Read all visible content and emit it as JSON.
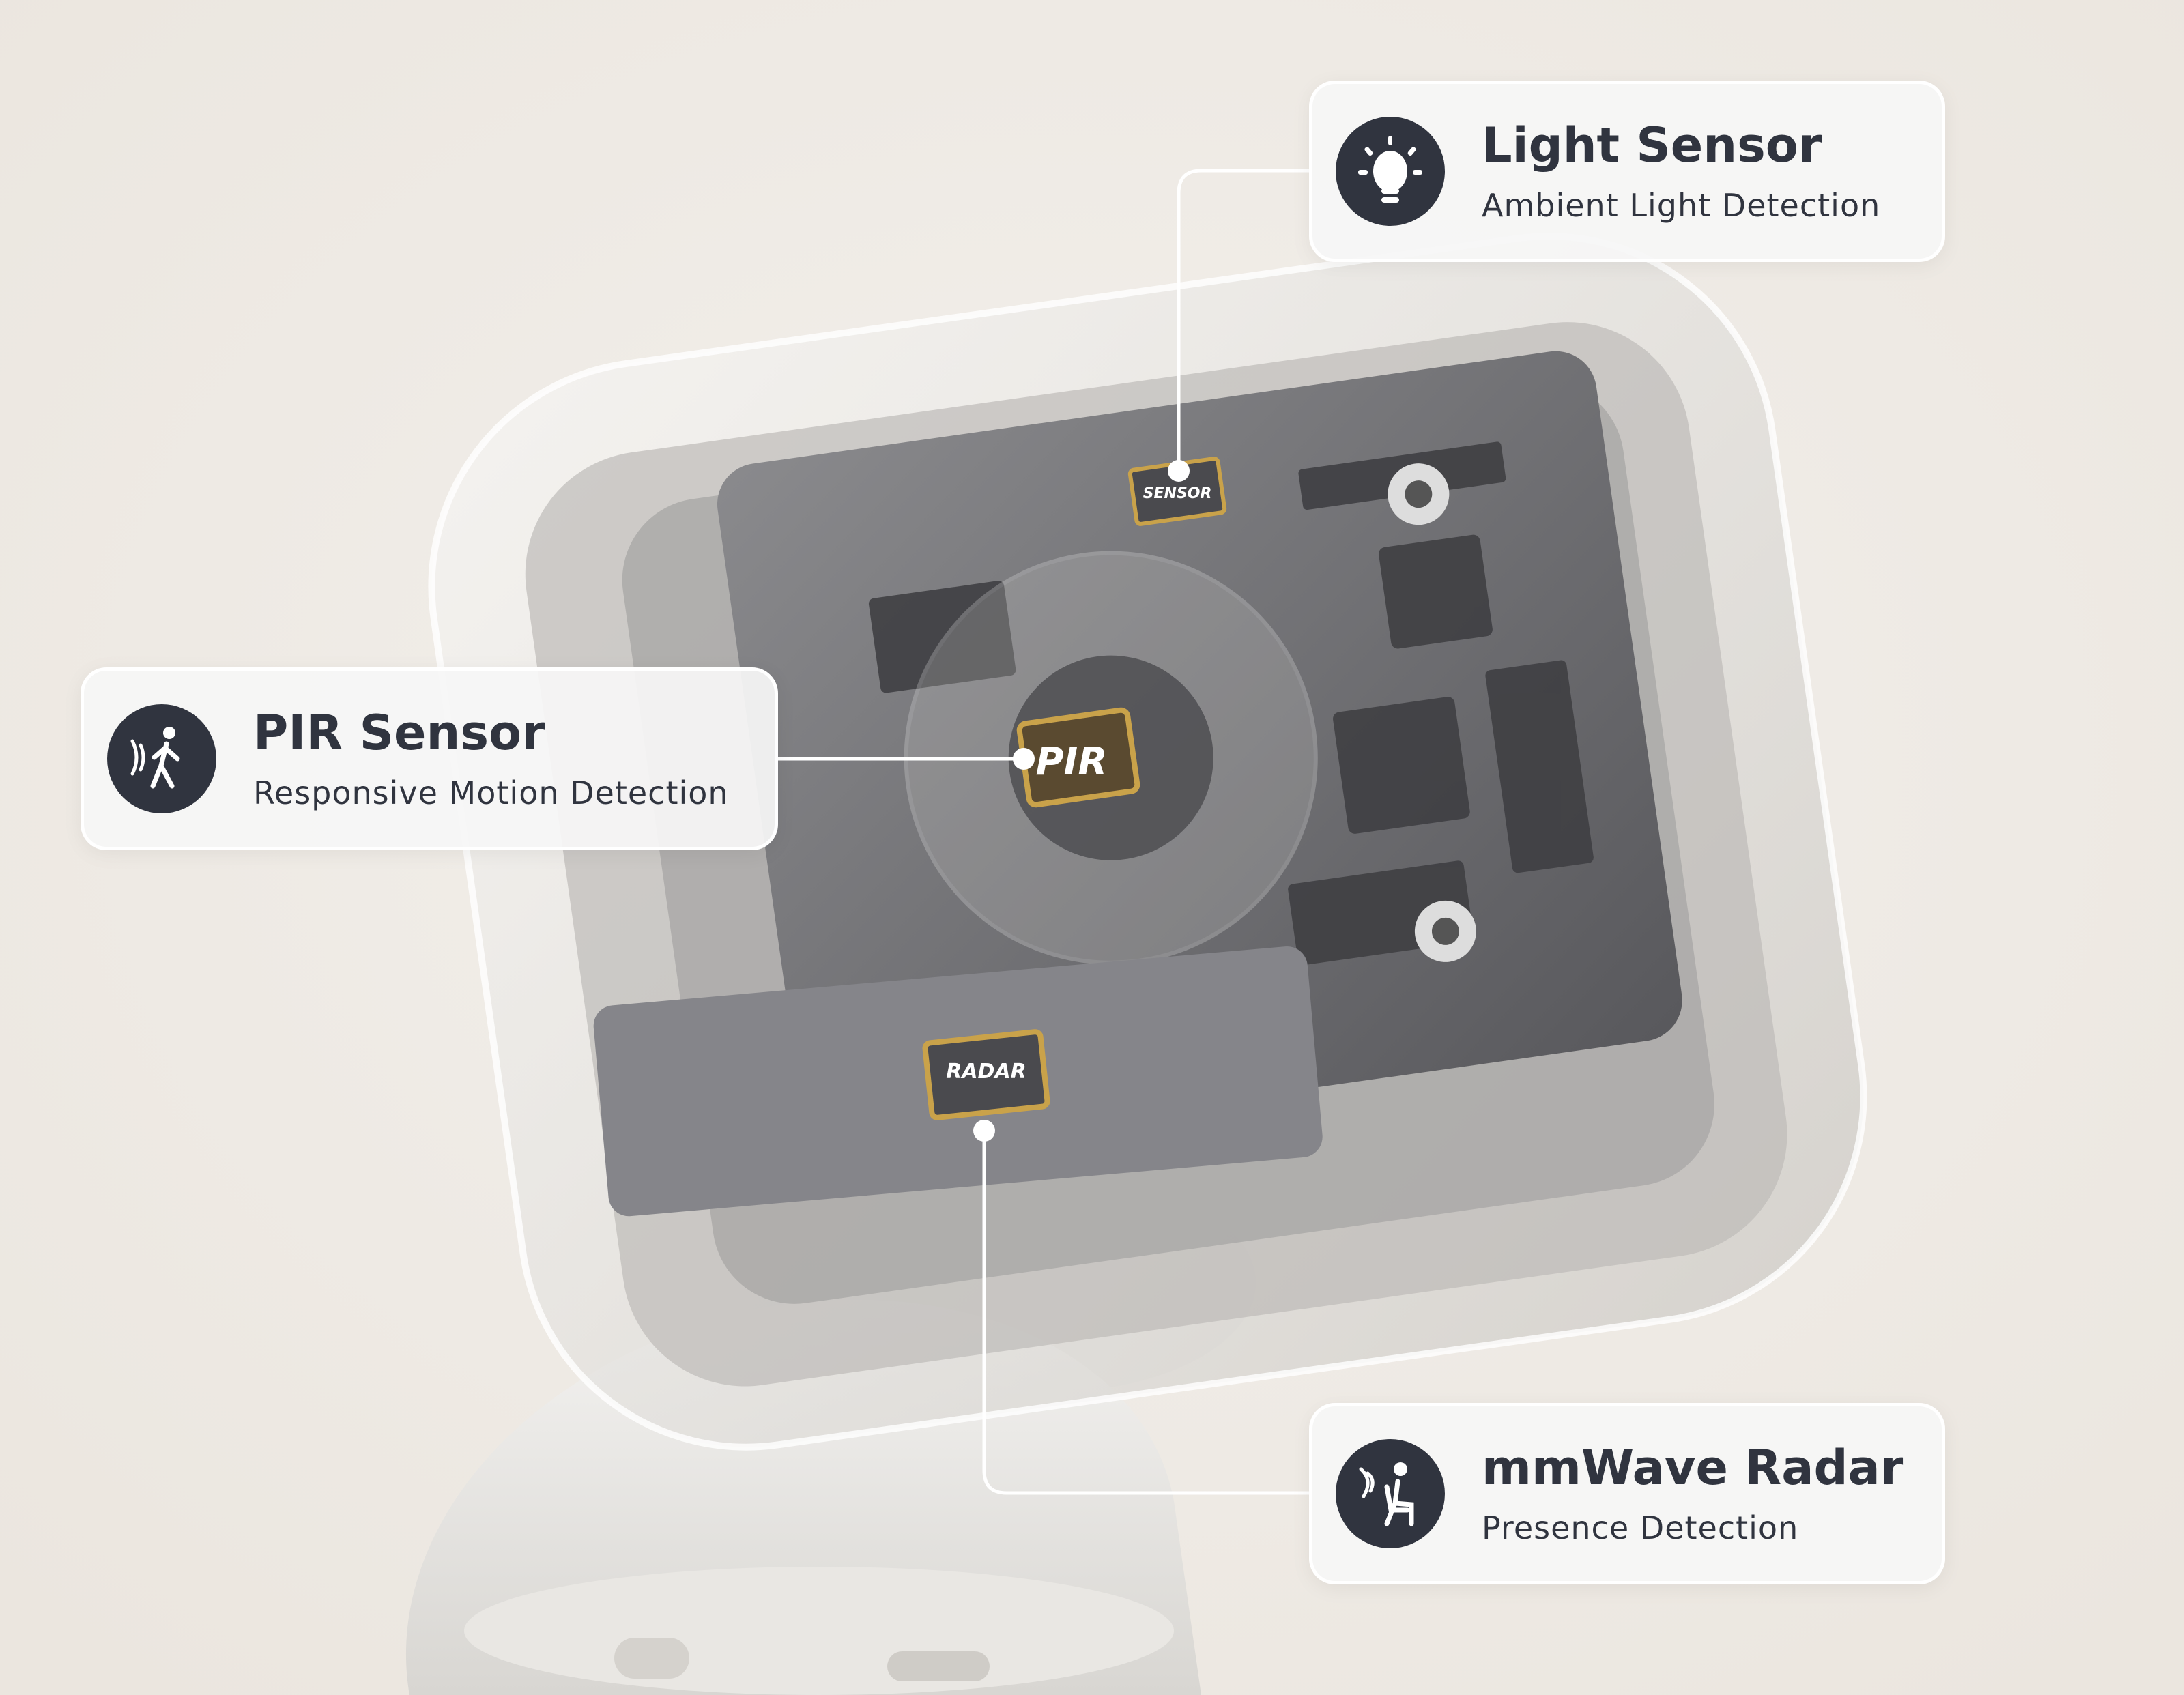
{
  "callouts": [
    {
      "id": "light",
      "title": "Light Sensor",
      "subtitle": "Ambient Light Detection",
      "icon": "lightbulb-icon"
    },
    {
      "id": "pir",
      "title": "PIR Sensor",
      "subtitle": "Responsive Motion Detection",
      "icon": "walking-person-motion-icon"
    },
    {
      "id": "radar",
      "title": "mmWave Radar",
      "subtitle": "Presence Detection",
      "icon": "seated-person-wave-icon"
    }
  ],
  "chips": {
    "sensor": "SENSOR",
    "pir": "PIR",
    "radar": "RADAR"
  },
  "colors": {
    "background": "#efebe5",
    "icon_bg": "#30343f",
    "text": "#30343f",
    "board": "#6b6b6e",
    "chip_gold": "#c9a24a"
  }
}
